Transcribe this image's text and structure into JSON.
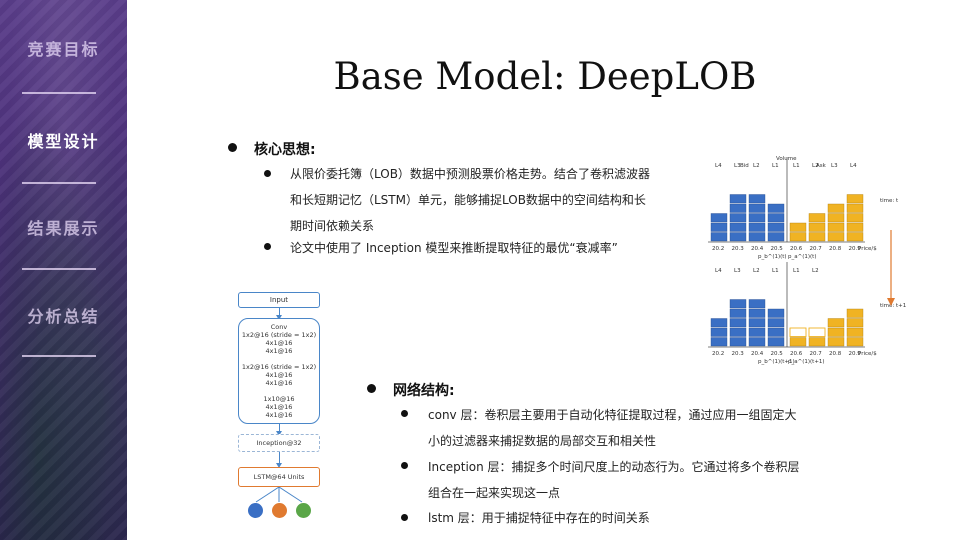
{
  "sidebar": {
    "items": [
      {
        "label": "竞赛目标",
        "active": false
      },
      {
        "label": "模型设计",
        "active": true
      },
      {
        "label": "结果展示",
        "active": false
      },
      {
        "label": "分析总结",
        "active": false
      }
    ]
  },
  "title": "Base Model: DeepLOB",
  "core_idea": {
    "heading": "核心思想:",
    "points": [
      {
        "lines": [
          "从限价委托簿（LOB）数据中预测股票价格走势。结合了卷积滤波器",
          "和长短期记忆（LSTM）单元，能够捕捉LOB数据中的空间结构和长",
          "期时间依赖关系"
        ]
      },
      {
        "lines": [
          "论文中使用了 Inception 模型来推断提取特征的最优“衰减率”"
        ]
      }
    ]
  },
  "network": {
    "heading": "网络结构:",
    "points": [
      {
        "lines": [
          "conv 层：卷积层主要用于自动化特征提取过程，通过应用一组固定大",
          "小的过滤器来捕捉数据的局部交互和相关性"
        ]
      },
      {
        "lines": [
          "Inception 层：捕捉多个时间尺度上的动态行为。它通过将多个卷积层",
          "组合在一起来实现这一点"
        ]
      },
      {
        "lines": [
          "lstm 层：用于捕捉特征中存在的时间关系"
        ]
      }
    ]
  },
  "diagram": {
    "input": "Input",
    "conv_title": "Conv",
    "conv_lines": [
      "1x2@16 (stride = 1x2)",
      "4x1@16",
      "4x1@16",
      "",
      "1x2@16 (stride = 1x2)",
      "4x1@16",
      "4x1@16",
      "",
      "1x10@16",
      "4x1@16",
      "4x1@16"
    ],
    "inception": "Inception@32",
    "lstm": "LSTM@64 Units",
    "outputs_colors": [
      "#3a6fc4",
      "#e07a30",
      "#5aa648"
    ]
  },
  "lob": {
    "top": {
      "bid_label": "Bid",
      "ask_label": "Ask",
      "volume_label": "Volume",
      "levels_bid": [
        "L4",
        "L3",
        "L2",
        "L1"
      ],
      "levels_ask": [
        "L1",
        "L2",
        "L3",
        "L4"
      ],
      "prices": [
        "20.2",
        "20.3",
        "20.4",
        "20.5",
        "20.6",
        "20.7",
        "20.8",
        "20.9"
      ],
      "price_axis": "Price/$",
      "time_label": "time: t",
      "bid_heights": [
        3,
        5,
        5,
        4
      ],
      "ask_heights": [
        2,
        3,
        4,
        5
      ],
      "p_labels": [
        "p_b^(1)(t)",
        "p_a^(1)(t)"
      ]
    },
    "bottom": {
      "levels_bid": [
        "L4",
        "L3",
        "L2",
        "L1"
      ],
      "levels_ask": [
        "L1",
        "L2"
      ],
      "prices": [
        "20.2",
        "20.3",
        "20.4",
        "20.5",
        "20.6",
        "20.7",
        "20.8",
        "20.9"
      ],
      "price_axis": "Price/$",
      "time_label": "time: t+1",
      "bid_heights": [
        3,
        5,
        5,
        4
      ],
      "ask_heights": [
        2,
        2,
        3,
        4
      ],
      "p_labels": [
        "p_b^(1)(t+1)",
        "p_a^(1)(t+1)"
      ]
    },
    "colors": {
      "bid": "#3a6fc4",
      "ask": "#f0b323",
      "arrow": "#e07a30"
    }
  }
}
